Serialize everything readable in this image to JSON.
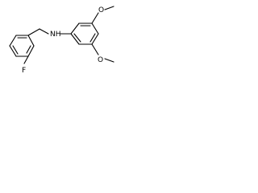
{
  "structure": {
    "atom_labels": {
      "amine": "NH",
      "fluorine": "F",
      "methoxy_top": "O",
      "methoxy_bottom": "O"
    }
  }
}
